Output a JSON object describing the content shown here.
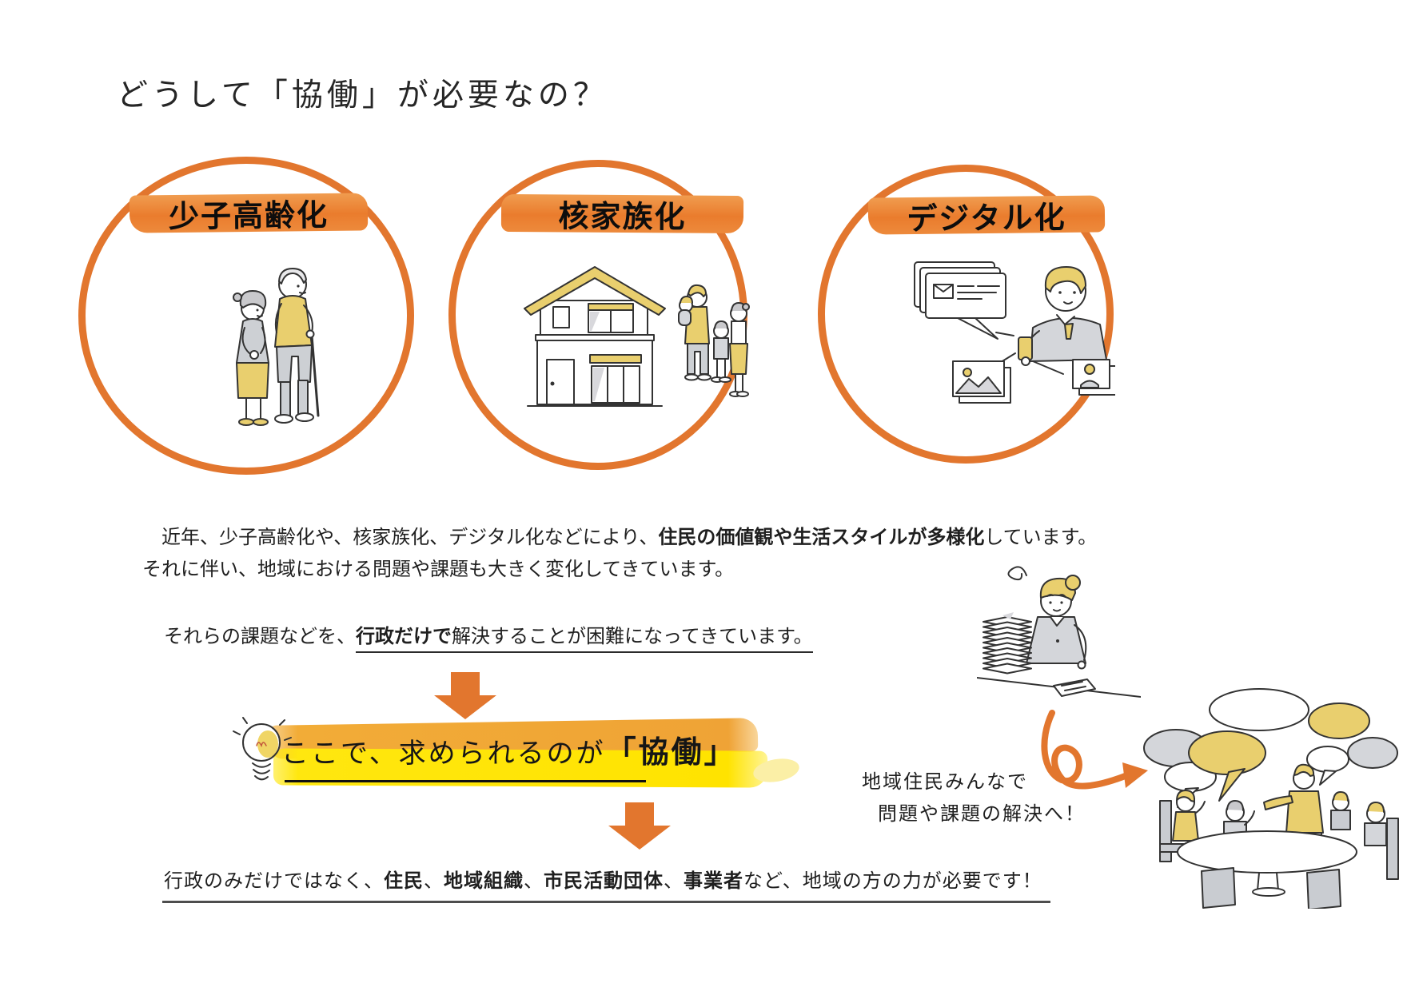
{
  "title": "どうして「協働」が必要なの？",
  "factors": [
    {
      "label": "少子高齢化",
      "illustration": "elderly-couple"
    },
    {
      "label": "核家族化",
      "illustration": "house-and-nuclear-family"
    },
    {
      "label": "デジタル化",
      "illustration": "man-sharing-media-on-smartphone"
    }
  ],
  "intro": {
    "line1_pre": "　近年、少子高齢化や、核家族化、デジタル化などにより、",
    "line1_bold": "住民の価値観や生活スタイルが多様化",
    "line1_post": "しています。",
    "line2": "それに伴い、地域における問題や課題も大きく変化してきています。"
  },
  "problem": {
    "pre": "それらの課題などを、",
    "bold": "行政だけで",
    "post": "解決することが困難になってきています。"
  },
  "highlight": {
    "pre": "ここで、求められるのが",
    "bold": "「協働」"
  },
  "conclusion": {
    "segments": [
      {
        "text": "行政のみだけではなく、",
        "bold": false
      },
      {
        "text": "住民",
        "bold": true
      },
      {
        "text": "、",
        "bold": false
      },
      {
        "text": "地域組織",
        "bold": true
      },
      {
        "text": "、",
        "bold": false
      },
      {
        "text": "市民活動団体",
        "bold": true
      },
      {
        "text": "、",
        "bold": false
      },
      {
        "text": "事業者",
        "bold": true
      },
      {
        "text": "など、地域の方の力が必要です！",
        "bold": false
      }
    ]
  },
  "side_caption": {
    "line1": "地域住民みんなで",
    "line2": "問題や課題の解決へ！"
  },
  "illustrations": {
    "factor1": "elderly-couple-illustration",
    "factor2": "house-family-illustration",
    "factor3": "digital-smartphone-illustration",
    "idea": "lightbulb-icon",
    "overworked": "official-with-paper-stack-illustration",
    "transition": "loopy-arrow-icon",
    "community": "residents-round-table-discussion-illustration"
  },
  "colors": {
    "accent_orange": "#E2762E",
    "brush_orange": "#ED8A3C",
    "highlight_yellow": "#FFE70F",
    "highlight_amber": "#F2AC37",
    "illustration_yellow": "#E9CF6E",
    "illustration_gray": "#D4D6DA",
    "text": "#1F1F1F"
  }
}
